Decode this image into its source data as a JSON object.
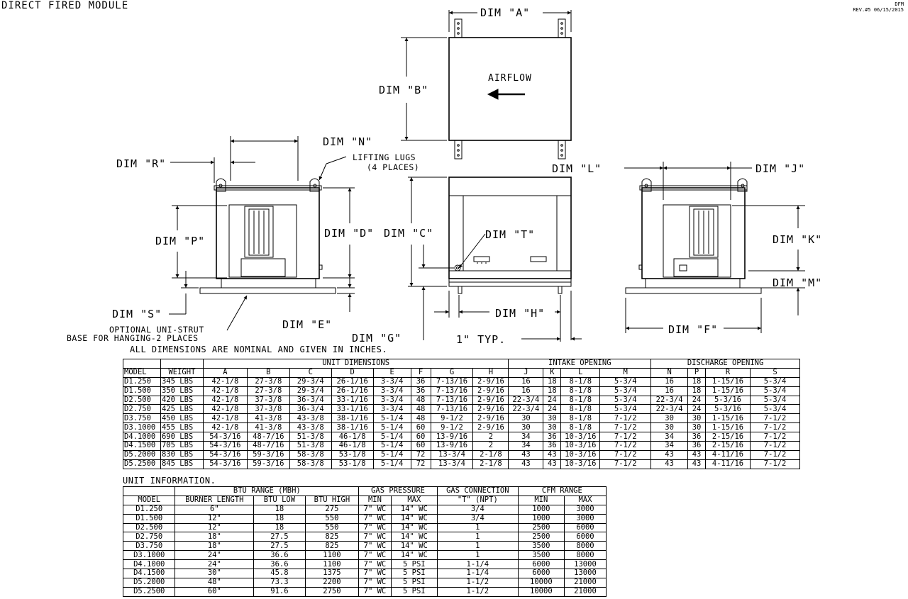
{
  "header": {
    "title": "DIRECT FIRED MODULE",
    "rev_initials": "DFM",
    "revision": "REV.#5   06/15/2015"
  },
  "drawing_labels": {
    "dim_a": "DIM \"A\"",
    "dim_b": "DIM \"B\"",
    "dim_n": "DIM \"N\"",
    "dim_r": "DIM \"R\"",
    "lifting_lugs": "LIFTING LUGS",
    "lifting_lugs_places": "(4 PLACES)",
    "dim_l": "DIM \"L\"",
    "dim_j": "DIM \"J\"",
    "dim_p": "DIM \"P\"",
    "dim_d": "DIM \"D\"",
    "dim_c": "DIM \"C\"",
    "dim_t": "DIM \"T\"",
    "dim_k": "DIM \"K\"",
    "dim_m": "DIM \"M\"",
    "airflow": "AIRFLOW",
    "dim_s": "DIM \"S\"",
    "dim_e": "DIM \"E\"",
    "dim_h": "DIM \"H\"",
    "dim_g": "DIM \"G\"",
    "dim_f": "DIM \"F\"",
    "typ": "1\" TYP.",
    "base_line1": "OPTIONAL UNI-STRUT",
    "base_line2": "BASE FOR HANGING-2 PLACES",
    "nominal_note": "ALL DIMENSIONS ARE NOMINAL AND GIVEN IN INCHES."
  },
  "dimensions_table": {
    "group_headers": [
      "UNIT DIMENSIONS",
      "INTAKE OPENING",
      "DISCHARGE OPENING"
    ],
    "columns": [
      "MODEL",
      "WEIGHT",
      "A",
      "B",
      "C",
      "D",
      "E",
      "F",
      "G",
      "H",
      "J",
      "K",
      "L",
      "M",
      "N",
      "P",
      "R",
      "S"
    ],
    "rows": [
      [
        "D1.250",
        "345 LBS",
        "42-1/8",
        "27-3/8",
        "29-3/4",
        "26-1/16",
        "3-3/4",
        "36",
        "7-13/16",
        "2-9/16",
        "16",
        "18",
        "8-1/8",
        "5-3/4",
        "16",
        "18",
        "1-15/16",
        "5-3/4"
      ],
      [
        "D1.500",
        "350 LBS",
        "42-1/8",
        "27-3/8",
        "29-3/4",
        "26-1/16",
        "3-3/4",
        "36",
        "7-13/16",
        "2-9/16",
        "16",
        "18",
        "8-1/8",
        "5-3/4",
        "16",
        "18",
        "1-15/16",
        "5-3/4"
      ],
      [
        "D2.500",
        "420 LBS",
        "42-1/8",
        "37-3/8",
        "36-3/4",
        "33-1/16",
        "3-3/4",
        "48",
        "7-13/16",
        "2-9/16",
        "22-3/4",
        "24",
        "8-1/8",
        "5-3/4",
        "22-3/4",
        "24",
        "5-3/16",
        "5-3/4"
      ],
      [
        "D2.750",
        "425 LBS",
        "42-1/8",
        "37-3/8",
        "36-3/4",
        "33-1/16",
        "3-3/4",
        "48",
        "7-13/16",
        "2-9/16",
        "22-3/4",
        "24",
        "8-1/8",
        "5-3/4",
        "22-3/4",
        "24",
        "5-3/16",
        "5-3/4"
      ],
      [
        "D3.750",
        "450 LBS",
        "42-1/8",
        "41-3/8",
        "43-3/8",
        "38-1/16",
        "5-1/4",
        "48",
        "9-1/2",
        "2-9/16",
        "30",
        "30",
        "8-1/8",
        "7-1/2",
        "30",
        "30",
        "1-15/16",
        "7-1/2"
      ],
      [
        "D3.1000",
        "455 LBS",
        "42-1/8",
        "41-3/8",
        "43-3/8",
        "38-1/16",
        "5-1/4",
        "60",
        "9-1/2",
        "2-9/16",
        "30",
        "30",
        "8-1/8",
        "7-1/2",
        "30",
        "30",
        "1-15/16",
        "7-1/2"
      ],
      [
        "D4.1000",
        "690 LBS",
        "54-3/16",
        "48-7/16",
        "51-3/8",
        "46-1/8",
        "5-1/4",
        "60",
        "13-9/16",
        "2",
        "34",
        "36",
        "10-3/16",
        "7-1/2",
        "34",
        "36",
        "2-15/16",
        "7-1/2"
      ],
      [
        "D4.1500",
        "705 LBS",
        "54-3/16",
        "48-7/16",
        "51-3/8",
        "46-1/8",
        "5-1/4",
        "60",
        "13-9/16",
        "2",
        "34",
        "36",
        "10-3/16",
        "7-1/2",
        "34",
        "36",
        "2-15/16",
        "7-1/2"
      ],
      [
        "D5.2000",
        "830 LBS",
        "54-3/16",
        "59-3/16",
        "58-3/8",
        "53-1/8",
        "5-1/4",
        "72",
        "13-3/4",
        "2-1/8",
        "43",
        "43",
        "10-3/16",
        "7-1/2",
        "43",
        "43",
        "4-11/16",
        "7-1/2"
      ],
      [
        "D5.2500",
        "845 LBS",
        "54-3/16",
        "59-3/16",
        "58-3/8",
        "53-1/8",
        "5-1/4",
        "72",
        "13-3/4",
        "2-1/8",
        "43",
        "43",
        "10-3/16",
        "7-1/2",
        "43",
        "43",
        "4-11/16",
        "7-1/2"
      ]
    ]
  },
  "unit_info": {
    "title": "UNIT INFORMATION.",
    "group_headers": [
      "BTU RANGE (MBH)",
      "GAS PRESSURE",
      "GAS CONNECTION",
      "CFM RANGE"
    ],
    "columns": [
      "MODEL",
      "BURNER LENGTH",
      "BTU LOW",
      "BTU HIGH",
      "MIN",
      "MAX",
      "\"T\" (NPT)",
      "MIN",
      "MAX"
    ],
    "rows": [
      [
        "D1.250",
        "6\"",
        "18",
        "275",
        "7\" WC",
        "14\" WC",
        "3/4",
        "1000",
        "3000"
      ],
      [
        "D1.500",
        "12\"",
        "18",
        "550",
        "7\" WC",
        "14\" WC",
        "3/4",
        "1000",
        "3000"
      ],
      [
        "D2.500",
        "12\"",
        "18",
        "550",
        "7\" WC",
        "14\" WC",
        "1",
        "2500",
        "6000"
      ],
      [
        "D2.750",
        "18\"",
        "27.5",
        "825",
        "7\" WC",
        "14\" WC",
        "1",
        "2500",
        "6000"
      ],
      [
        "D3.750",
        "18\"",
        "27.5",
        "825",
        "7\" WC",
        "14\" WC",
        "1",
        "3500",
        "8000"
      ],
      [
        "D3.1000",
        "24\"",
        "36.6",
        "1100",
        "7\" WC",
        "14\" WC",
        "1",
        "3500",
        "8000"
      ],
      [
        "D4.1000",
        "24\"",
        "36.6",
        "1100",
        "7\" WC",
        "5 PSI",
        "1-1/4",
        "6000",
        "13000"
      ],
      [
        "D4.1500",
        "30\"",
        "45.8",
        "1375",
        "7\" WC",
        "5 PSI",
        "1-1/4",
        "6000",
        "13000"
      ],
      [
        "D5.2000",
        "48\"",
        "73.3",
        "2200",
        "7\" WC",
        "5 PSI",
        "1-1/2",
        "10000",
        "21000"
      ],
      [
        "D5.2500",
        "60\"",
        "91.6",
        "2750",
        "7\" WC",
        "5 PSI",
        "1-1/2",
        "10000",
        "21000"
      ]
    ]
  }
}
